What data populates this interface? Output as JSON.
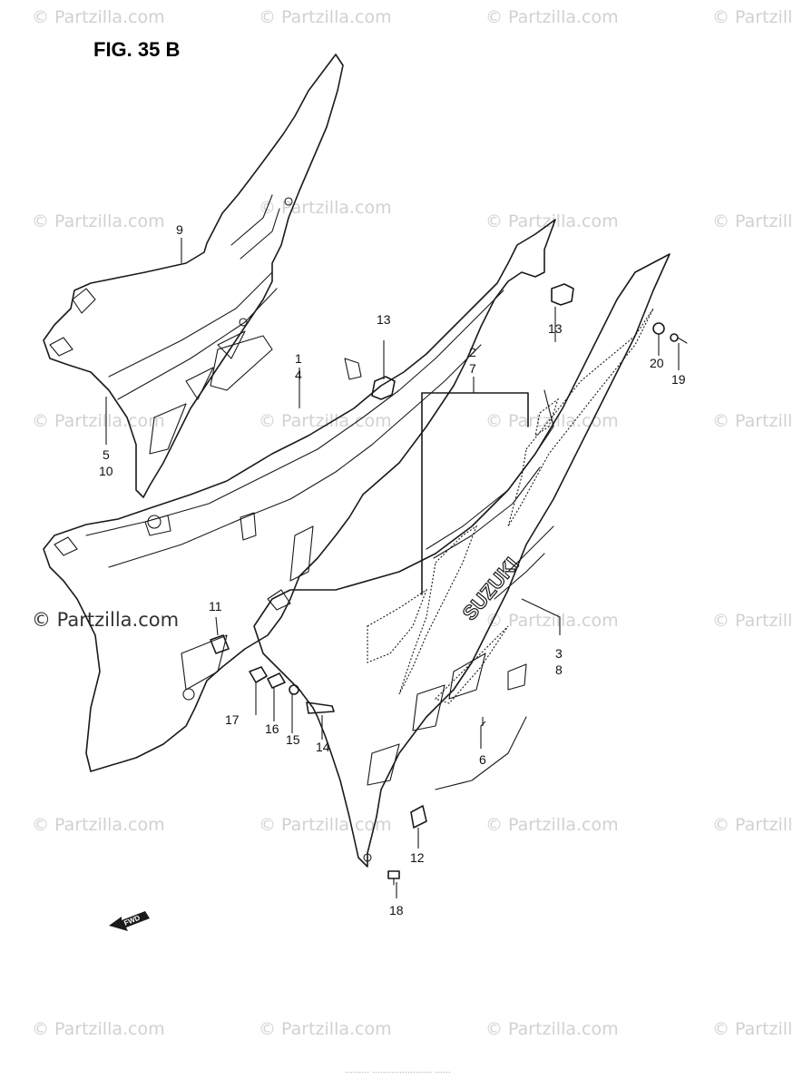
{
  "figure": {
    "title": "FIG. 35 B"
  },
  "brand_text": "SUZUKI",
  "fwd_label": "FWD",
  "watermark": "© Partzilla.com",
  "footer_code": "--------- ---------------------- ------",
  "callouts": [
    {
      "id": "c1",
      "text": "1"
    },
    {
      "id": "c4",
      "text": "4"
    },
    {
      "id": "c2",
      "text": "2"
    },
    {
      "id": "c7",
      "text": "7"
    },
    {
      "id": "c3",
      "text": "3"
    },
    {
      "id": "c8",
      "text": "8"
    },
    {
      "id": "c5",
      "text": "5"
    },
    {
      "id": "c10",
      "text": "10"
    },
    {
      "id": "c6",
      "text": "6"
    },
    {
      "id": "c9",
      "text": "9"
    },
    {
      "id": "c11",
      "text": "11"
    },
    {
      "id": "c12",
      "text": "12"
    },
    {
      "id": "c13a",
      "text": "13"
    },
    {
      "id": "c13b",
      "text": "13"
    },
    {
      "id": "c14",
      "text": "14"
    },
    {
      "id": "c15",
      "text": "15"
    },
    {
      "id": "c16",
      "text": "16"
    },
    {
      "id": "c17",
      "text": "17"
    },
    {
      "id": "c18",
      "text": "18"
    },
    {
      "id": "c19",
      "text": "19"
    },
    {
      "id": "c20",
      "text": "20"
    }
  ]
}
